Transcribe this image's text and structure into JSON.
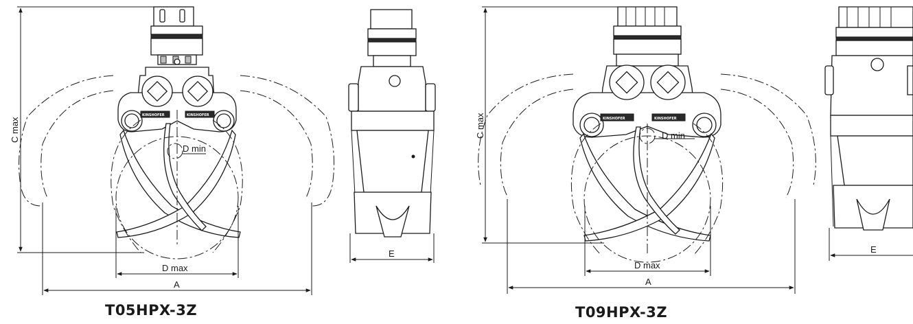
{
  "models": [
    {
      "name": "T05HPX-3Z",
      "dimensions": {
        "a": "A",
        "c_max": "C max",
        "d_max": "D max",
        "d_min": "D min",
        "e": "E"
      },
      "brand_label": "KINSHOFER"
    },
    {
      "name": "T09HPX-3Z",
      "dimensions": {
        "a": "A",
        "c_max": "C max",
        "d_max": "D max",
        "d_min": "D min",
        "e": "E"
      },
      "brand_label": "KINSHOFER"
    }
  ]
}
